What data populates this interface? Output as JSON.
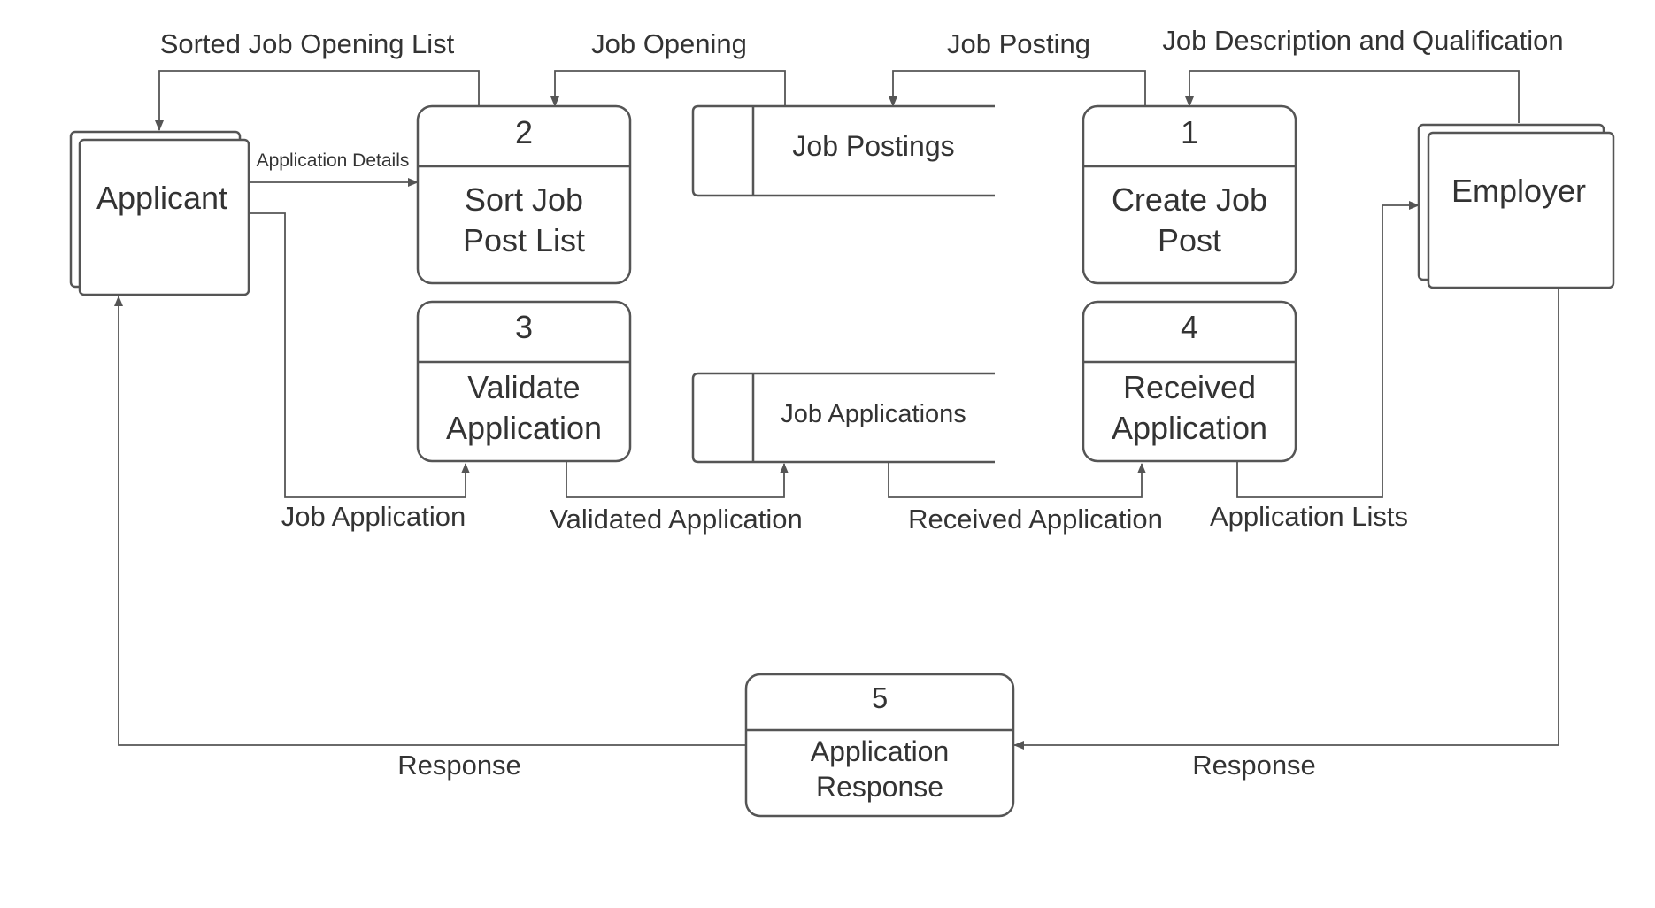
{
  "entities": {
    "applicant": "Applicant",
    "employer": "Employer"
  },
  "processes": {
    "p1": {
      "num": "1",
      "line1": "Create Job",
      "line2": "Post"
    },
    "p2": {
      "num": "2",
      "line1": "Sort Job",
      "line2": "Post List"
    },
    "p3": {
      "num": "3",
      "line1": "Validate",
      "line2": "Application"
    },
    "p4": {
      "num": "4",
      "line1": "Received",
      "line2": "Application"
    },
    "p5": {
      "num": "5",
      "line1": "Application",
      "line2": "Response"
    }
  },
  "stores": {
    "job_postings": "Job Postings",
    "job_applications": "Job Applications"
  },
  "flows": {
    "sorted_job_opening_list": "Sorted Job Opening List",
    "job_opening": "Job Opening",
    "job_posting": "Job Posting",
    "job_description": "Job Description and Qualification",
    "application_details": "Application Details",
    "job_application": "Job Application",
    "validated_application": "Validated Application",
    "received_application": "Received Application",
    "application_lists": "Application Lists",
    "response_left": "Response",
    "response_right": "Response"
  }
}
